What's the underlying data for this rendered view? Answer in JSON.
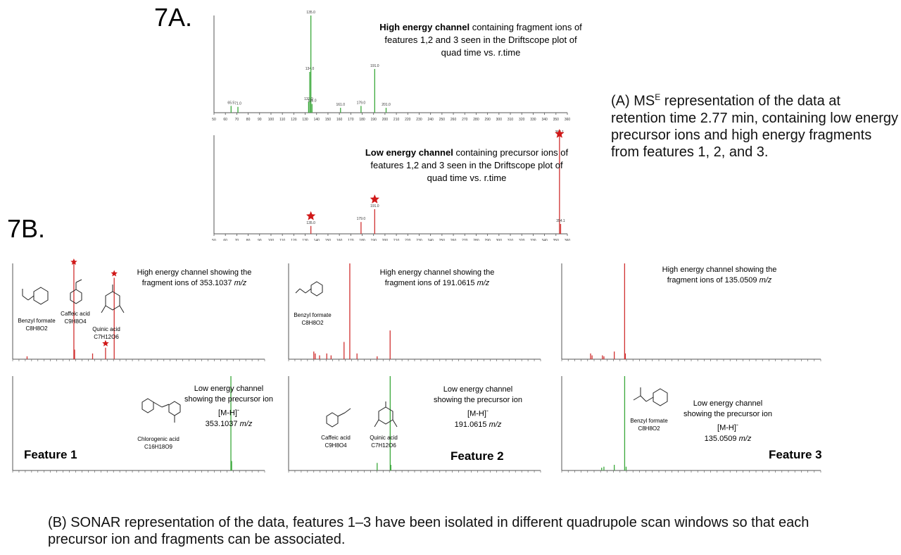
{
  "panel_labels": {
    "a": "7A.",
    "b": "7B."
  },
  "caption_a": {
    "prefix": "(A) MS",
    "sup": "E",
    "rest": " representation of the data at retention time 2.77 min, containing low energy precursor ions and high energy fragments from features 1, 2, and 3."
  },
  "caption_b": "(B) SONAR representation of the data, features 1–3 have been isolated in different quadrupole scan windows so that each precursor ion and fragments can be associated.",
  "annotations": {
    "a_high_bold": "High energy channel",
    "a_high_rest": " containing fragment ions of features 1,2 and 3 seen in the Driftscope plot of quad time vs. r.time",
    "a_low_bold": "Low energy channel",
    "a_low_rest": " containing precursor ions of features 1,2 and 3 seen in the Driftscope plot of quad time vs. r.time",
    "f1_high": "High energy channel showing the fragment ions of 353.1037",
    "f1_low_1": "Low energy channel showing the precursor ion [M-H]",
    "f1_low_2": "353.1037",
    "f2_high": "High energy channel showing the fragment ions of 191.0615",
    "f2_low_1": "Low energy channel showing the precursor ion [M-H]",
    "f2_low_2": "191.0615",
    "f3_high": "High energy channel showing the fragment ions of 135.0509",
    "f3_low_1": "Low energy channel showing the precursor ion [M-H]",
    "f3_low_2": "135.0509",
    "mz_unit": "m/z",
    "minus": "-"
  },
  "compounds": {
    "benzyl_formate": "Benzyl formate",
    "benzyl_formula": "C8H8O2",
    "caffeic_acid": "Caffeic acid",
    "caffeic_formula": "C9H8O4",
    "quinic_acid": "Quinic acid",
    "quinic_formula": "C7H12O6",
    "chlorogenic_acid": "Chlorogenic acid",
    "chlorogenic_formula": "C16H18O9"
  },
  "features": {
    "f1": "Feature 1",
    "f2": "Feature 2",
    "f3": "Feature 3"
  },
  "colors": {
    "high": "#3aa83a",
    "low": "#d03030",
    "star": "#d01818",
    "axis": "#555555"
  },
  "chart_data": [
    {
      "id": "a_high",
      "type": "bar",
      "xlim": [
        50,
        360
      ],
      "ylim": [
        0,
        100
      ],
      "color": "#3aa83a",
      "ticks": [
        50,
        60,
        70,
        80,
        90,
        100,
        110,
        120,
        130,
        140,
        150,
        160,
        170,
        180,
        190,
        200,
        210,
        220,
        230,
        240,
        250,
        260,
        270,
        280,
        290,
        300,
        310,
        320,
        330,
        340,
        350,
        360
      ],
      "x": [
        65.0,
        71.0,
        133.0,
        134.0,
        135.0,
        136.0,
        161.0,
        179.0,
        191.0,
        201.0
      ],
      "values": [
        7,
        6,
        11,
        42,
        100,
        9,
        5,
        7,
        45,
        5
      ],
      "labels": [
        "65.5",
        "71.0",
        "133.0",
        "134.0",
        "135.0",
        "136.0",
        "161.0",
        "179.0",
        "191.0",
        "201.0"
      ]
    },
    {
      "id": "a_low",
      "type": "bar",
      "xlim": [
        50,
        360
      ],
      "ylim": [
        0,
        100
      ],
      "color": "#d03030",
      "ticks": [
        50,
        60,
        70,
        80,
        90,
        100,
        110,
        120,
        130,
        140,
        150,
        160,
        170,
        180,
        190,
        200,
        210,
        220,
        230,
        240,
        250,
        260,
        270,
        280,
        290,
        300,
        310,
        320,
        330,
        340,
        350,
        360
      ],
      "x": [
        135.0,
        179.0,
        191.0,
        353.1,
        354.1
      ],
      "values": [
        8,
        12,
        25,
        100,
        10
      ],
      "labels": [
        "135.0",
        "179.0",
        "191.0",
        "353.1",
        "354.1"
      ],
      "stars_at": [
        135.0,
        191.0,
        353.1
      ]
    },
    {
      "id": "f1_high",
      "type": "bar",
      "xlim": [
        50,
        400
      ],
      "ylim": [
        0,
        100
      ],
      "color": "#d03030",
      "x": [
        70,
        135,
        136,
        161,
        179,
        191
      ],
      "values": [
        3,
        100,
        10,
        6,
        12,
        85
      ],
      "stars_at": [
        135,
        179,
        191
      ]
    },
    {
      "id": "f1_low",
      "type": "bar",
      "xlim": [
        50,
        400
      ],
      "ylim": [
        0,
        100
      ],
      "color": "#3aa83a",
      "x": [
        353.1,
        354.1
      ],
      "values": [
        100,
        10
      ]
    },
    {
      "id": "f2_high",
      "type": "bar",
      "xlim": [
        50,
        400
      ],
      "ylim": [
        0,
        100
      ],
      "color": "#d03030",
      "x": [
        85,
        87,
        93,
        103,
        109,
        127,
        135,
        145,
        173,
        191
      ],
      "values": [
        8,
        6,
        4,
        6,
        4,
        18,
        100,
        6,
        3,
        30
      ]
    },
    {
      "id": "f2_low",
      "type": "bar",
      "xlim": [
        50,
        400
      ],
      "ylim": [
        0,
        100
      ],
      "color": "#3aa83a",
      "x": [
        173,
        191.1,
        192
      ],
      "values": [
        8,
        100,
        6
      ]
    },
    {
      "id": "f3_high",
      "type": "bar",
      "xlim": [
        50,
        400
      ],
      "ylim": [
        0,
        100
      ],
      "color": "#d03030",
      "x": [
        89,
        91,
        105,
        107,
        121,
        135,
        136
      ],
      "values": [
        6,
        4,
        4,
        3,
        8,
        100,
        6
      ]
    },
    {
      "id": "f3_low",
      "type": "bar",
      "xlim": [
        50,
        400
      ],
      "ylim": [
        0,
        100
      ],
      "color": "#3aa83a",
      "x": [
        104,
        107,
        121,
        135.05,
        137
      ],
      "values": [
        3,
        4,
        6,
        100,
        4
      ]
    }
  ]
}
